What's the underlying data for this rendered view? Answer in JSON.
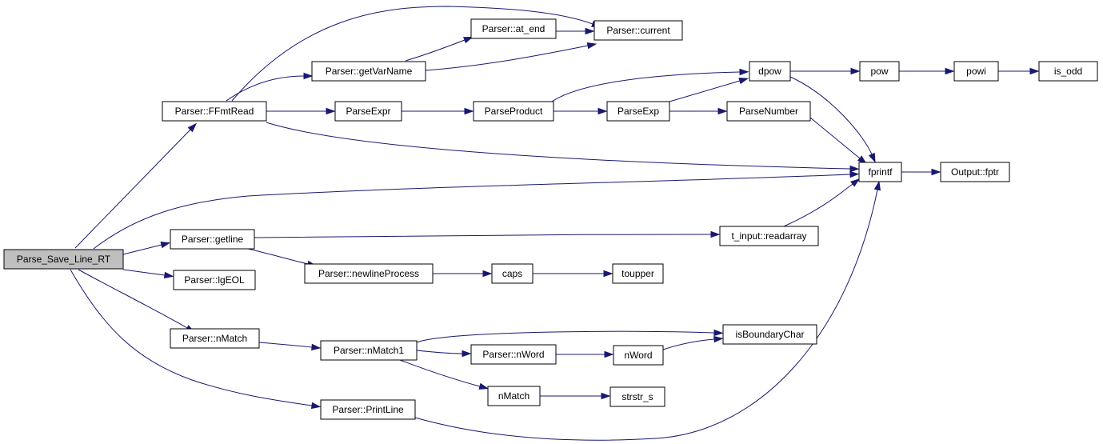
{
  "diagram": {
    "type": "call-graph",
    "edge_color": "#191970",
    "root_fill": "#bfbfbf",
    "nodes": [
      {
        "id": "root",
        "label": "Parse_Save_Line_RT",
        "root": true
      },
      {
        "id": "ffmtread",
        "label": "Parser::FFmtRead"
      },
      {
        "id": "getline",
        "label": "Parser::getline"
      },
      {
        "id": "lgeol",
        "label": "Parser::lgEOL"
      },
      {
        "id": "nmatch_p",
        "label": "Parser::nMatch"
      },
      {
        "id": "printline",
        "label": "Parser::PrintLine"
      },
      {
        "id": "getvarname",
        "label": "Parser::getVarName"
      },
      {
        "id": "parseexpr",
        "label": "ParseExpr"
      },
      {
        "id": "at_end",
        "label": "Parser::at_end"
      },
      {
        "id": "current",
        "label": "Parser::current"
      },
      {
        "id": "parseproduct",
        "label": "ParseProduct"
      },
      {
        "id": "parseexp",
        "label": "ParseExp"
      },
      {
        "id": "parsenumber",
        "label": "ParseNumber"
      },
      {
        "id": "dpow",
        "label": "dpow"
      },
      {
        "id": "pow",
        "label": "pow"
      },
      {
        "id": "powi",
        "label": "powi"
      },
      {
        "id": "is_odd",
        "label": "is_odd"
      },
      {
        "id": "fprintf",
        "label": "fprintf"
      },
      {
        "id": "fptr",
        "label": "Output::fptr"
      },
      {
        "id": "readarray",
        "label": "t_input::readarray"
      },
      {
        "id": "newlineprocess",
        "label": "Parser::newlineProcess"
      },
      {
        "id": "caps",
        "label": "caps"
      },
      {
        "id": "toupper",
        "label": "toupper"
      },
      {
        "id": "nmatch1",
        "label": "Parser::nMatch1"
      },
      {
        "id": "isboundarychar",
        "label": "isBoundaryChar"
      },
      {
        "id": "nword_p",
        "label": "Parser::nWord"
      },
      {
        "id": "nword",
        "label": "nWord"
      },
      {
        "id": "nmatch",
        "label": "nMatch"
      },
      {
        "id": "strstr_s",
        "label": "strstr_s"
      }
    ],
    "edges": [
      [
        "root",
        "ffmtread"
      ],
      [
        "root",
        "getline"
      ],
      [
        "root",
        "lgeol"
      ],
      [
        "root",
        "nmatch_p"
      ],
      [
        "root",
        "printline"
      ],
      [
        "root",
        "fprintf"
      ],
      [
        "ffmtread",
        "getvarname"
      ],
      [
        "ffmtread",
        "parseexpr"
      ],
      [
        "ffmtread",
        "current"
      ],
      [
        "ffmtread",
        "fprintf"
      ],
      [
        "getvarname",
        "at_end"
      ],
      [
        "getvarname",
        "current"
      ],
      [
        "at_end",
        "current"
      ],
      [
        "parseexpr",
        "parseproduct"
      ],
      [
        "parseproduct",
        "parseexp"
      ],
      [
        "parseproduct",
        "dpow"
      ],
      [
        "parseexp",
        "parsenumber"
      ],
      [
        "parseexp",
        "dpow"
      ],
      [
        "parsenumber",
        "fprintf"
      ],
      [
        "dpow",
        "pow"
      ],
      [
        "dpow",
        "fprintf"
      ],
      [
        "pow",
        "powi"
      ],
      [
        "powi",
        "is_odd"
      ],
      [
        "fprintf",
        "fptr"
      ],
      [
        "getline",
        "readarray"
      ],
      [
        "getline",
        "newlineprocess"
      ],
      [
        "readarray",
        "fprintf"
      ],
      [
        "newlineprocess",
        "caps"
      ],
      [
        "caps",
        "toupper"
      ],
      [
        "nmatch_p",
        "nmatch1"
      ],
      [
        "nmatch1",
        "isboundarychar"
      ],
      [
        "nmatch1",
        "nword_p"
      ],
      [
        "nmatch1",
        "nmatch"
      ],
      [
        "nword_p",
        "nword"
      ],
      [
        "nword",
        "isboundarychar"
      ],
      [
        "nmatch",
        "strstr_s"
      ],
      [
        "printline",
        "fprintf"
      ]
    ]
  }
}
